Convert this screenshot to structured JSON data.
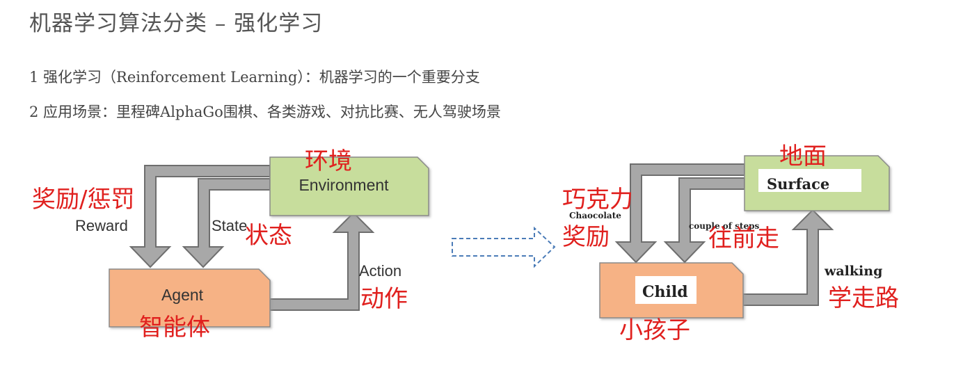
{
  "header": {
    "title": "机器学习算法分类 – 强化学习"
  },
  "points": [
    {
      "text": "1 强化学习（Reinforcement Learning）：机器学习的一个重要分支"
    },
    {
      "text": "2 应用场景：里程碑AlphaGo围棋、各类游戏、对抗比赛、无人驾驶场景"
    }
  ],
  "left_diagram": {
    "environment": "Environment",
    "agent": "Agent",
    "reward": "Reward",
    "state": "State",
    "action": "Action",
    "cn_environment": "环境",
    "cn_reward": "奖励/惩罚",
    "cn_state": "状态",
    "cn_action": "动作",
    "cn_agent": "智能体"
  },
  "right_diagram": {
    "surface": "Surface",
    "child": "Child",
    "chocolate": "Chaocolate",
    "steps": "couple of steps",
    "walking": "walking",
    "cn_surface": "地面",
    "cn_chocolate": "巧克力",
    "cn_reward": "奖励",
    "cn_steps": "往前走",
    "cn_walking": "学走路",
    "cn_child": "小孩子"
  },
  "colors": {
    "env_fill": "#c7dd9c",
    "agent_fill": "#f6b285",
    "arrow_fill": "#a8a8a8",
    "annotation_red": "#e0201e",
    "dashed_arrow": "#4a7bb7"
  }
}
